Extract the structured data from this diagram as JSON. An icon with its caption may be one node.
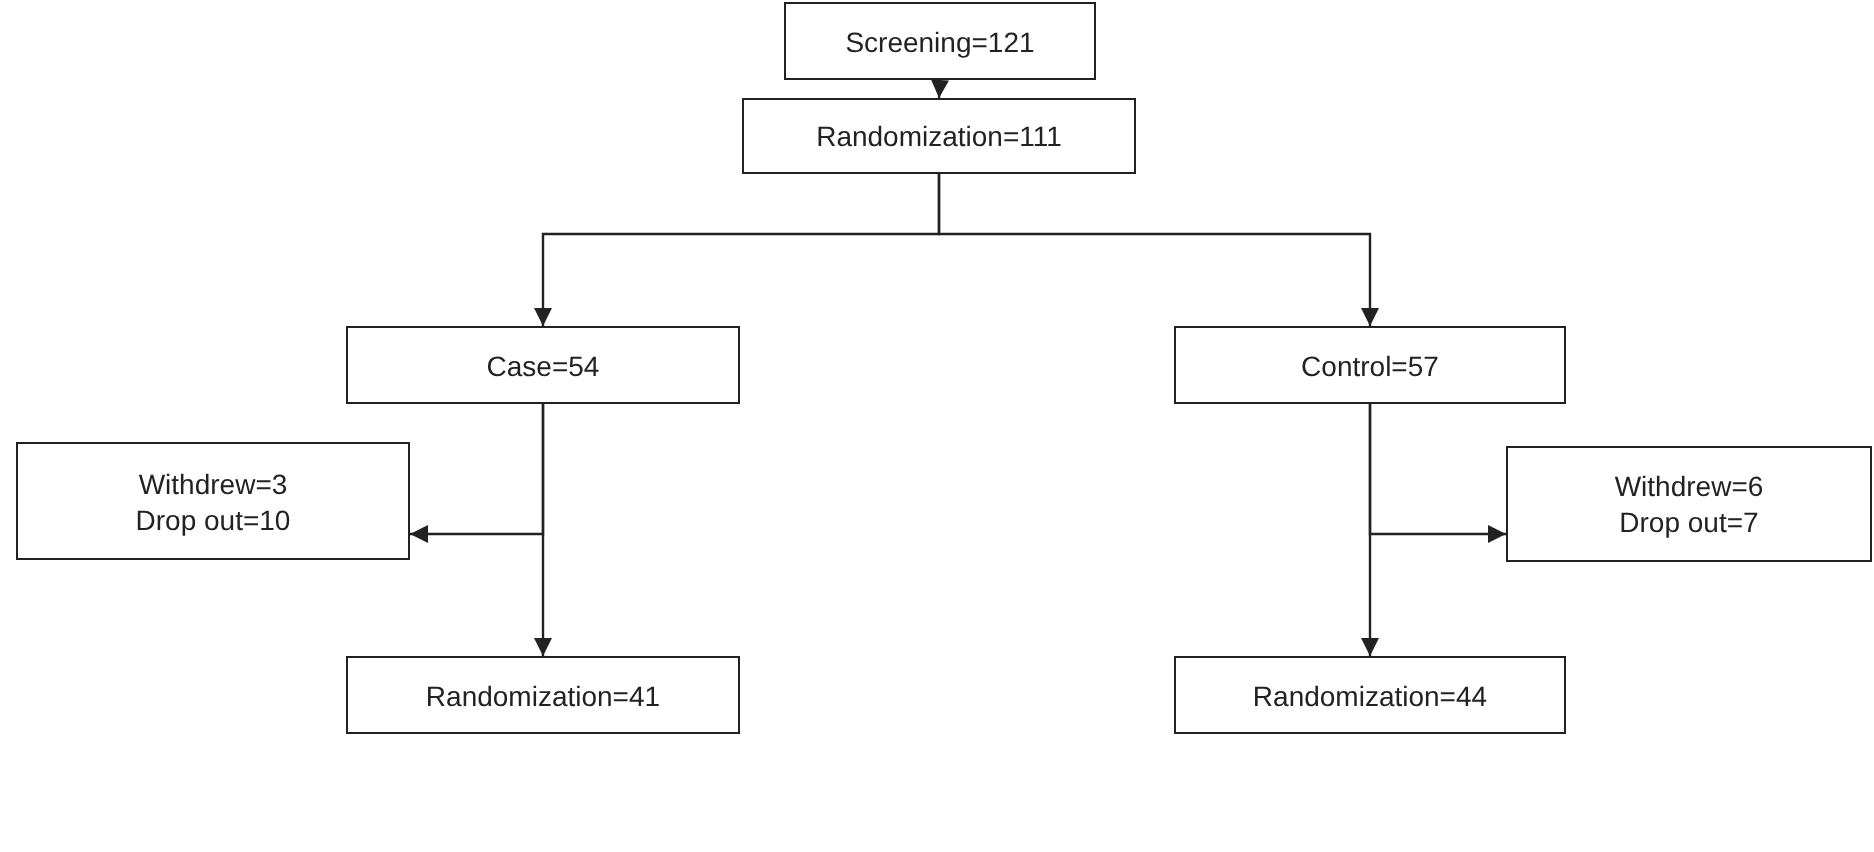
{
  "diagram": {
    "nodes": [
      {
        "text": [
          "Screening=121"
        ]
      },
      {
        "text": [
          "Randomization=111"
        ]
      },
      {
        "text": [
          "Case=54"
        ]
      },
      {
        "text": [
          "Control=57"
        ]
      },
      {
        "text": [
          "Withdrew=3",
          "Drop out=10"
        ]
      },
      {
        "text": [
          "Withdrew=6",
          "Drop out=7"
        ]
      },
      {
        "text": [
          "Randomization=41"
        ]
      },
      {
        "text": [
          "Randomization=44"
        ]
      }
    ],
    "edges": [
      {
        "from": 0,
        "to": 1,
        "arrow": "to"
      },
      {
        "from": 1,
        "to": 2,
        "arrow": "to"
      },
      {
        "from": 1,
        "to": 3,
        "arrow": "to"
      },
      {
        "from": 2,
        "to": 4,
        "arrow": "to"
      },
      {
        "from": 2,
        "to": 6,
        "arrow": "to"
      },
      {
        "from": 3,
        "to": 5,
        "arrow": "to"
      },
      {
        "from": 3,
        "to": 7,
        "arrow": "to"
      }
    ]
  }
}
